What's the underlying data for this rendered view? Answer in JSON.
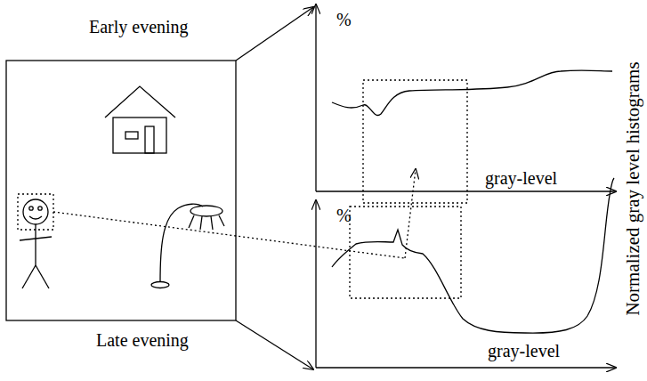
{
  "diagram": {
    "labels": [
      "Early evening",
      "%",
      "gray-level",
      "Late evening",
      "%",
      "gray-level",
      "Normalized gray level histograms"
    ]
  }
}
